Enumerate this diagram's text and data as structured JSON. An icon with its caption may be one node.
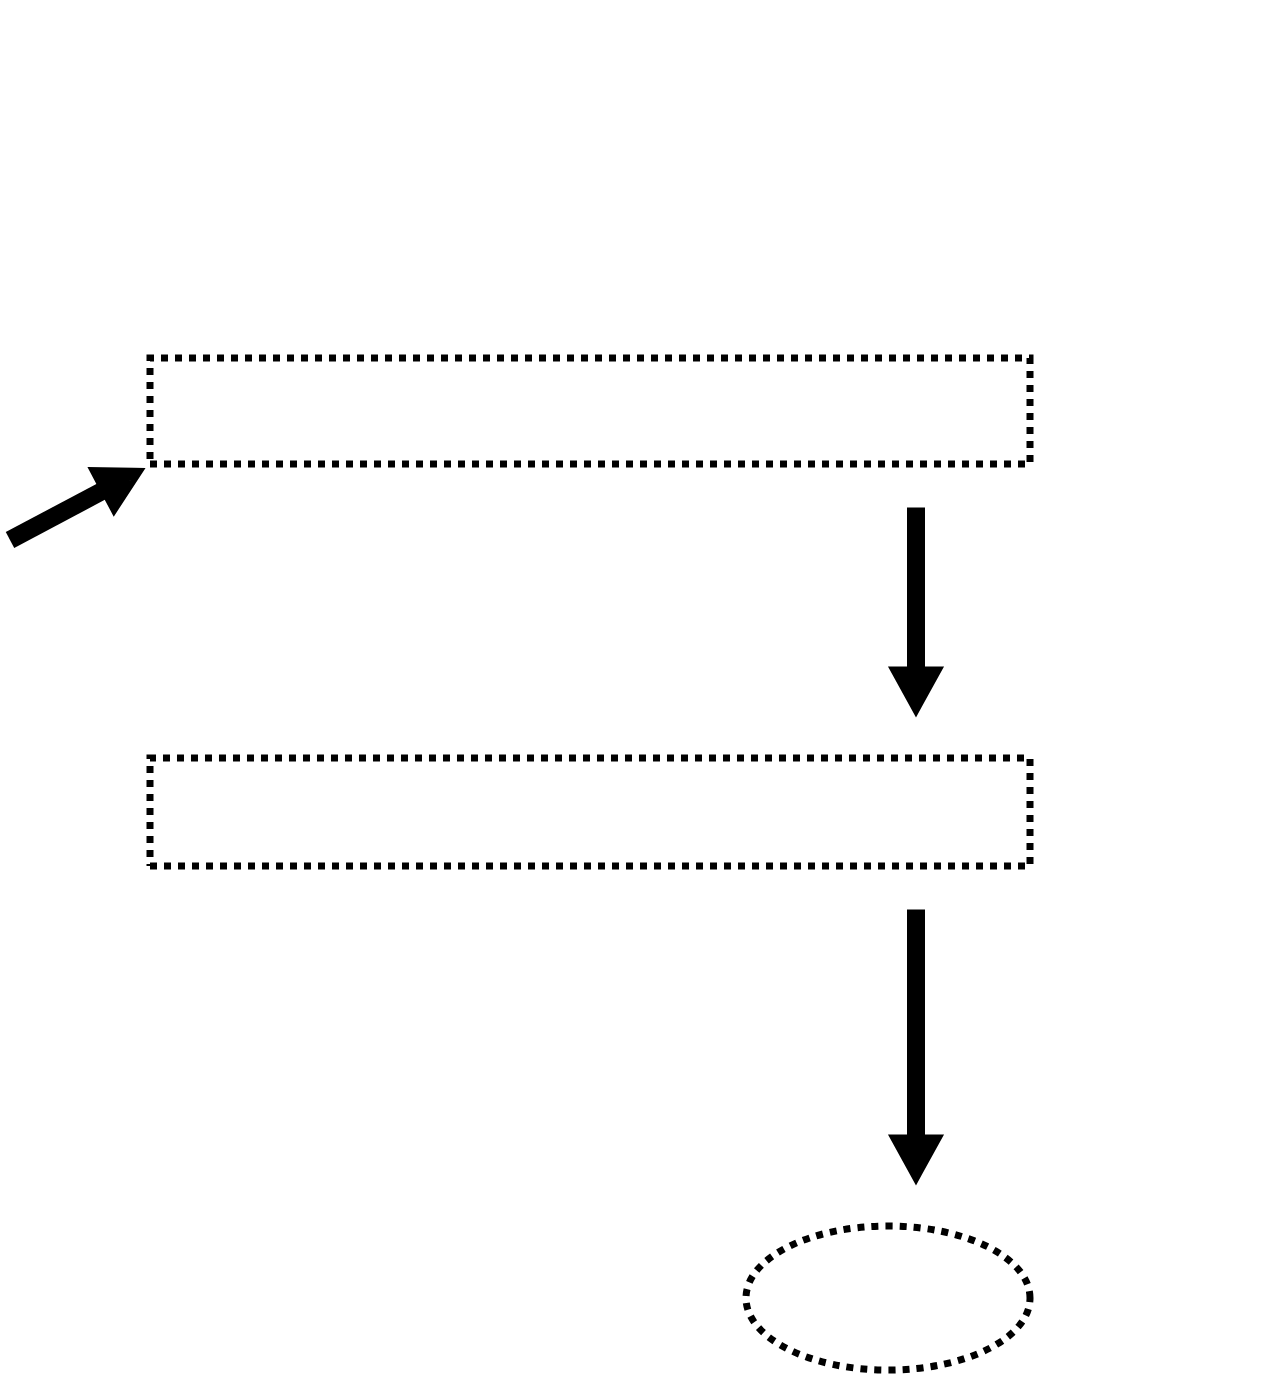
{
  "diagram": {
    "nodes": [
      {
        "text": [],
        "shape": "box"
      },
      {
        "text": [],
        "shape": "box"
      },
      {
        "text": [],
        "shape": "ellipse"
      }
    ],
    "edges": [
      {
        "from": null,
        "to": 0,
        "arrow": "to"
      },
      {
        "from": 0,
        "to": 1,
        "arrow": "to"
      },
      {
        "from": 1,
        "to": 2,
        "arrow": "to"
      }
    ]
  }
}
